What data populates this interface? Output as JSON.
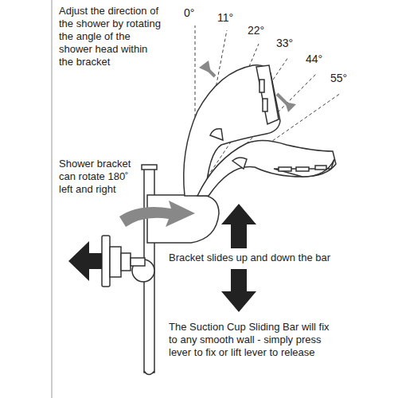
{
  "diagram": {
    "labels": [
      "Adjust the direction of the shower by rotating the angle of the shower head within the bracket",
      "0°",
      "11°",
      "22°",
      "33°",
      "44°",
      "55°",
      "Shower bracket can rotate 180˚ left and right",
      "Bracket slides up and down the bar",
      "The Suction Cup Sliding Bar will fix to any smooth wall - simply press lever to fix or lift lever to release"
    ]
  }
}
